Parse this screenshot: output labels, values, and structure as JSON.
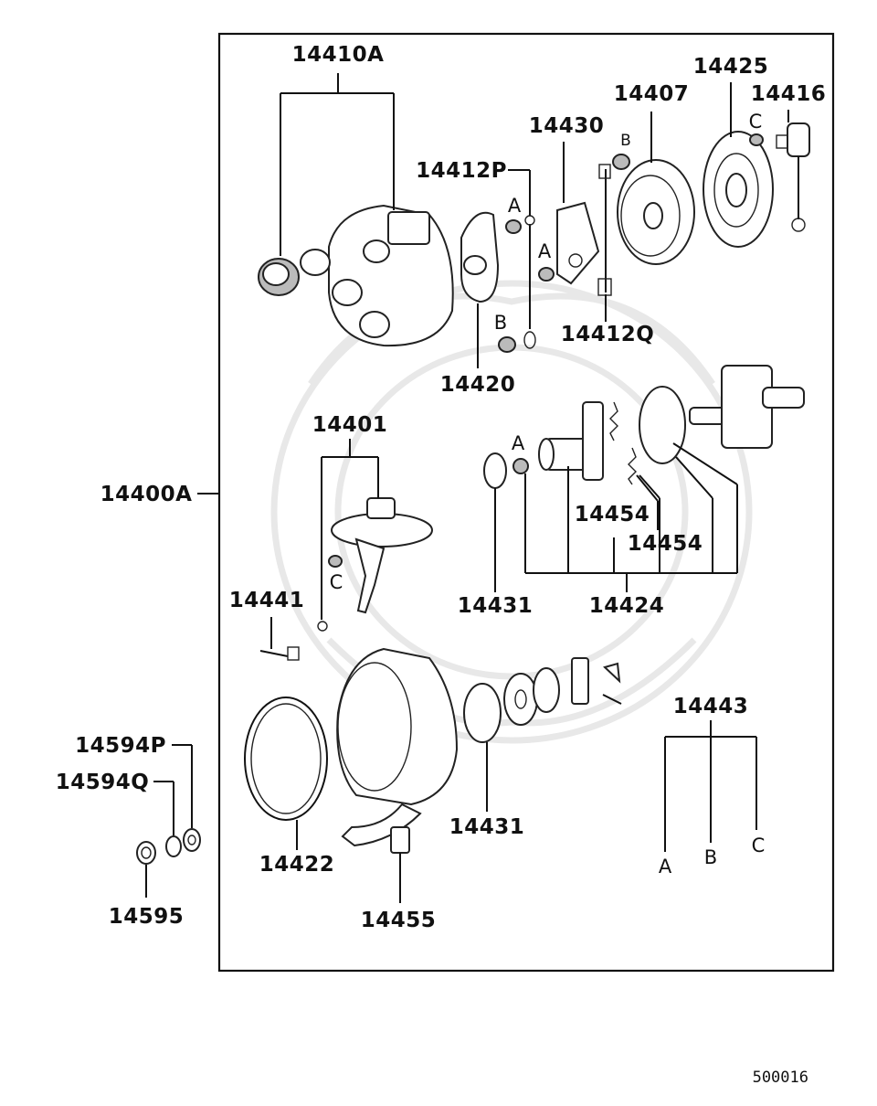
{
  "diagram_code": "500016",
  "labels": {
    "p14410A": "14410A",
    "p14425": "14425",
    "p14407": "14407",
    "p14416": "14416",
    "p14430": "14430",
    "p14412P": "14412P",
    "p14412Q": "14412Q",
    "p14420": "14420",
    "p14401": "14401",
    "p14400A": "14400A",
    "p14454a": "14454",
    "p14454b": "14454",
    "p14431a": "14431",
    "p14424": "14424",
    "p14441": "14441",
    "p14443": "14443",
    "p14594P": "14594P",
    "p14594Q": "14594Q",
    "p14422": "14422",
    "p14431b": "14431",
    "p14455": "14455",
    "p14595": "14595"
  },
  "fastener_letters": {
    "a1": "A",
    "a2": "A",
    "a3": "A",
    "a4": "A",
    "b1": "B",
    "b2": "B",
    "b3": "B",
    "c1": "C",
    "c2": "C",
    "c3": "C"
  }
}
